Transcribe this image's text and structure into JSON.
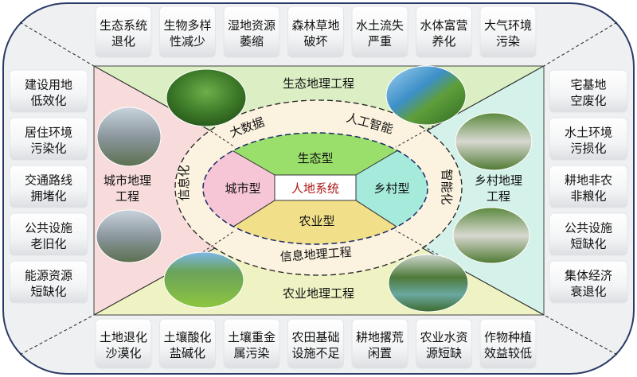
{
  "top_problems": [
    [
      "生态系统",
      "退化"
    ],
    [
      "生物多样",
      "性减少"
    ],
    [
      "湿地资源",
      "萎缩"
    ],
    [
      "森林草地",
      "破坏"
    ],
    [
      "水土流失",
      "严重"
    ],
    [
      "水体富营",
      "养化"
    ],
    [
      "大气环境",
      "污染"
    ]
  ],
  "left_problems": [
    [
      "建设用地",
      "低效化"
    ],
    [
      "居住环境",
      "污染化"
    ],
    [
      "交通路线",
      "拥堵化"
    ],
    [
      "公共设施",
      "老旧化"
    ],
    [
      "能源资源",
      "短缺化"
    ]
  ],
  "right_problems": [
    [
      "宅基地",
      "空废化"
    ],
    [
      "水土环境",
      "污损化"
    ],
    [
      "耕地非农",
      "非粮化"
    ],
    [
      "公共设施",
      "短缺化"
    ],
    [
      "集体经济",
      "衰退化"
    ]
  ],
  "bottom_problems": [
    [
      "土地退化",
      "沙漠化"
    ],
    [
      "土壤酸化",
      "盐碱化"
    ],
    [
      "土壤重金",
      "属污染"
    ],
    [
      "农田基础",
      "设施不足"
    ],
    [
      "耕地撂荒",
      "闲置"
    ],
    [
      "农业水资",
      "源短缺"
    ],
    [
      "作物种植",
      "效益较低"
    ]
  ],
  "engineering": {
    "top": "生态地理工程",
    "left": [
      "城市地理",
      "工程"
    ],
    "right": [
      "乡村地理",
      "工程"
    ],
    "bottom": "农业地理工程",
    "ring_bottom": "信息地理工程"
  },
  "ring": {
    "big_data": "大数据",
    "ai": "人工智能",
    "informatization": "信息化",
    "intelligentization": "智能化"
  },
  "core": {
    "center": "人地系统",
    "ecological": "生态型",
    "urban": "城市型",
    "rural": "乡村型",
    "agricultural": "农业型"
  },
  "colors": {
    "top_zone": "#dcefc4",
    "left_zone": "#f8dcdc",
    "right_zone": "#d4f1ea",
    "bottom_zone": "#eff2c2",
    "ring": "#fbf2df",
    "eco": "#9adf6c",
    "urban": "#f7c6d6",
    "rural": "#a6eadc",
    "agri": "#f1e089",
    "border": "#2b3a66",
    "center_text": "#b01818"
  }
}
